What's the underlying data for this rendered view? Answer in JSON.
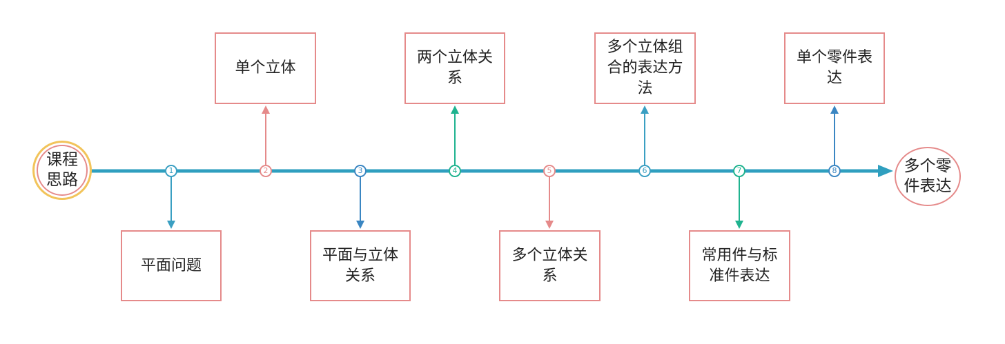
{
  "start_label": "课程\n思路",
  "end_label": "多个零\n件表达",
  "steps": [
    {
      "number": "1",
      "label": "平面问题",
      "color": "#3a9fc2"
    },
    {
      "number": "2",
      "label": "单个立体",
      "color": "#e58a8a"
    },
    {
      "number": "3",
      "label": "平面与立体\n关系",
      "color": "#3a86c2"
    },
    {
      "number": "4",
      "label": "两个立体关\n系",
      "color": "#1fb38f"
    },
    {
      "number": "5",
      "label": "多个立体关\n系",
      "color": "#e58a8a"
    },
    {
      "number": "6",
      "label": "多个立体组\n合的表达方\n法",
      "color": "#3a9fc2"
    },
    {
      "number": "7",
      "label": "常用件与标\n准件表达",
      "color": "#1fb38f"
    },
    {
      "number": "8",
      "label": "单个零件表\n达",
      "color": "#3a86c2"
    }
  ],
  "colors": {
    "axis": "#2f9fbf",
    "box_border": "#e58a8a",
    "start_ring": "#f2c45a",
    "end_border": "#e58a8a"
  }
}
